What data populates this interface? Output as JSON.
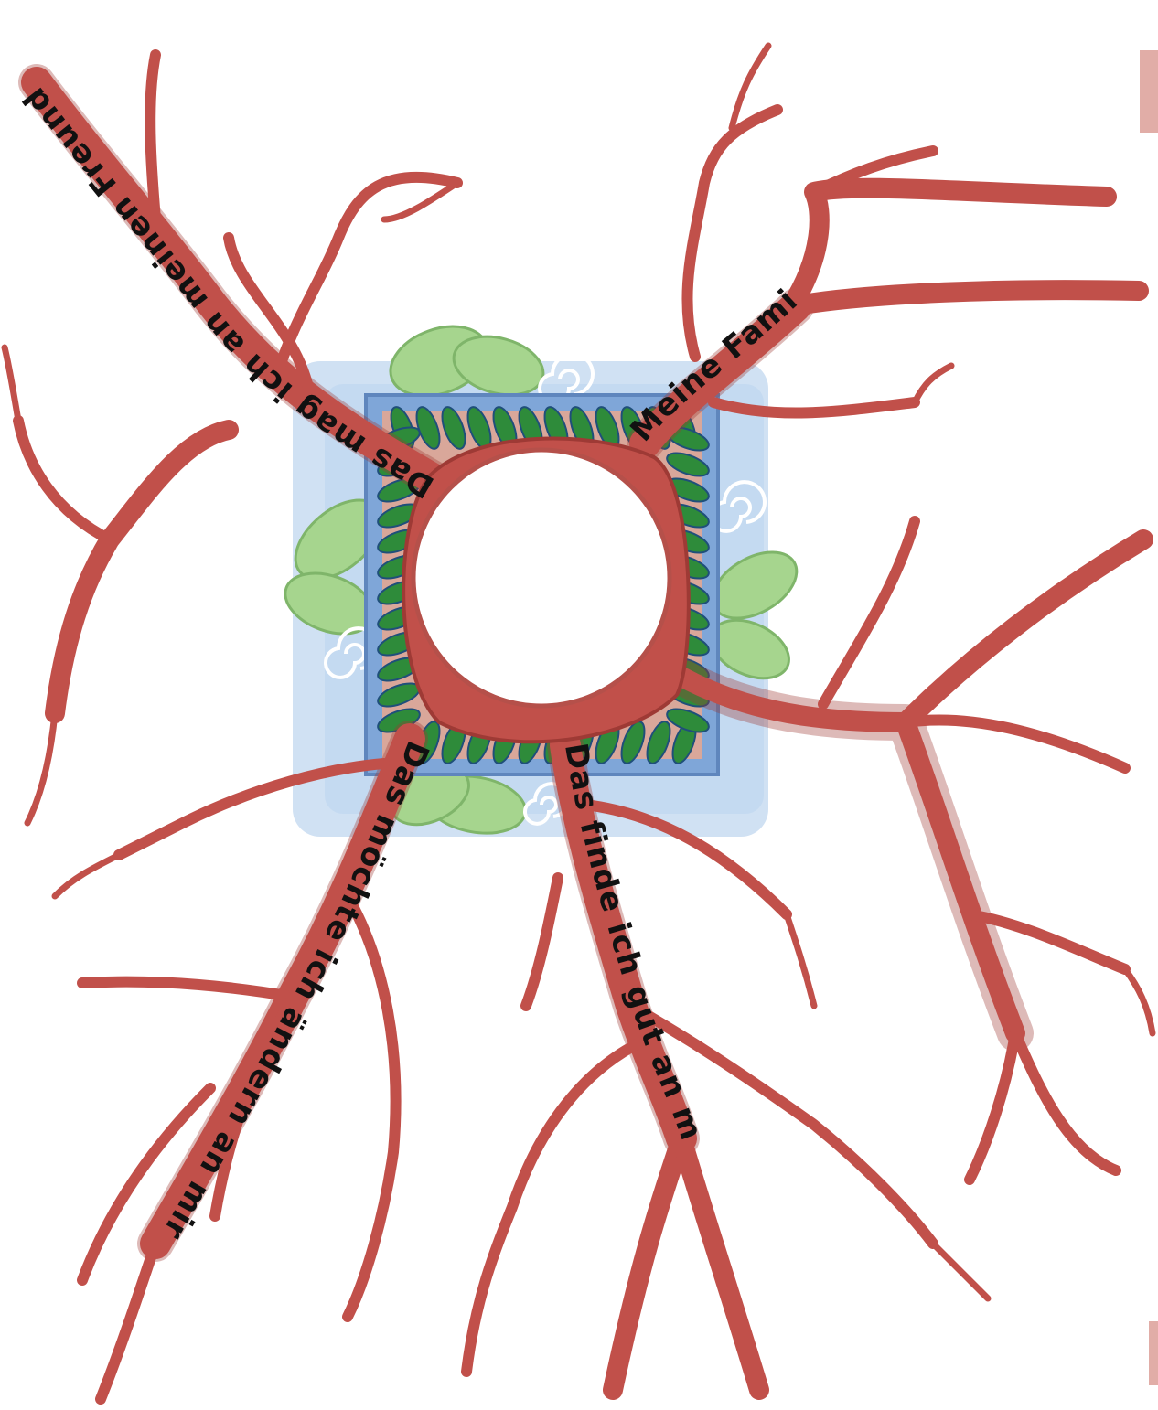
{
  "labels": {
    "branch_top_left": "Das mag ich an meinen Freunden",
    "branch_top_right": "Meine Familie",
    "branch_bottom_left": "Das möchte ich ändern an mir",
    "branch_bottom_middle": "Das finde ich gut an mir"
  },
  "colors": {
    "root": "#c1504a",
    "root_dark": "#9e3a35",
    "leaf_dark": "#2e8b3a",
    "leaf_light": "#9fd08a",
    "water": "#a9c8ea",
    "frame": "#7fa6d8",
    "background": "#ffffff"
  },
  "icons": {
    "center": "hole-circle",
    "decoration": "spiral-icon"
  }
}
